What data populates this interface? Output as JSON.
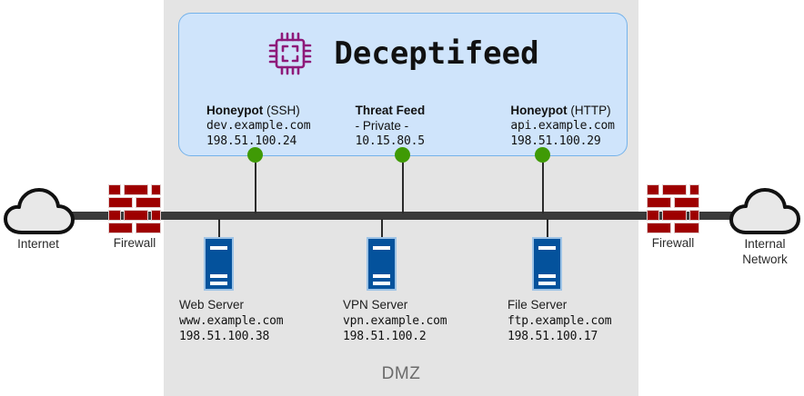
{
  "diagram": {
    "zone_label": "DMZ",
    "panel": {
      "brand": "Deceptifeed",
      "icon": "cpu-chip-icon",
      "accent_color": "#8e1a7a",
      "background_color": "#cfe4fb",
      "border_color": "#74b2ea",
      "feeds": [
        {
          "title_bold": "Honeypot",
          "title_rest": "(SSH)",
          "hostname": "dev.example.com",
          "address": "198.51.100.24",
          "node_color": "#3f9a05"
        },
        {
          "title_bold": "Threat Feed",
          "title_rest": "",
          "hostname": "- Private -",
          "address": "10.15.80.5",
          "node_color": "#3f9a05"
        },
        {
          "title_bold": "Honeypot",
          "title_rest": "(HTTP)",
          "hostname": "api.example.com",
          "address": "198.51.100.29",
          "node_color": "#3f9a05"
        }
      ]
    },
    "servers": [
      {
        "name": "Web Server",
        "hostname": "www.example.com",
        "address": "198.51.100.38",
        "icon": "server-icon",
        "color": "#04529c"
      },
      {
        "name": "VPN Server",
        "hostname": "vpn.example.com",
        "address": "198.51.100.2",
        "icon": "server-icon",
        "color": "#04529c"
      },
      {
        "name": "File Server",
        "hostname": "ftp.example.com",
        "address": "198.51.100.17",
        "icon": "server-icon",
        "color": "#04529c"
      }
    ],
    "edges": [
      {
        "label": "Internet",
        "icon": "cloud-icon"
      },
      {
        "label": "Internal\nNetwork",
        "label_line1": "Internal",
        "label_line2": "Network",
        "icon": "cloud-icon"
      }
    ],
    "firewalls": [
      {
        "label": "Firewall",
        "icon": "brick-wall-icon",
        "color": "#9e0000"
      },
      {
        "label": "Firewall",
        "icon": "brick-wall-icon",
        "color": "#9e0000"
      }
    ],
    "backbone_color": "#3a3a3a"
  }
}
